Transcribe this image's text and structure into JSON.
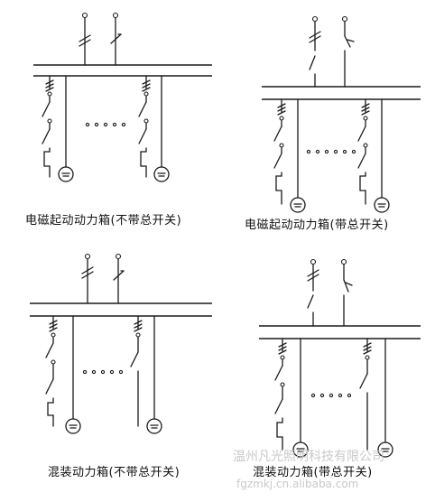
{
  "captions": [
    "电磁起动动力箱(不带总开关)",
    "电磁起动动力箱(带总开关)",
    "混装动力箱(不带总开关)",
    "混装动力箱(带总开关)"
  ],
  "watermark": {
    "company": "温州凡光照明科技有限公司",
    "url": "fgzmkj.cn.alibaba.com"
  }
}
